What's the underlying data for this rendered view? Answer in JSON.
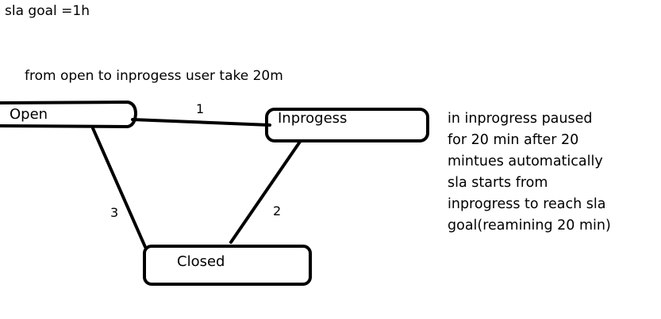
{
  "header": {
    "sla_goal": "sla goal =1h",
    "transition_note": "from open to inprogess user take 20m"
  },
  "nodes": {
    "open": "Open",
    "inprogress": "Inprogess",
    "closed": "Closed"
  },
  "edges": {
    "open_to_inprogress": "1",
    "inprogress_to_closed": "2",
    "open_to_closed": "3"
  },
  "side_note": {
    "lines": [
      "in inprogress paused",
      "for 20 min after 20",
      "mintues automatically",
      "sla starts from",
      "inprogress to reach sla",
      "goal(reamining 20 min)"
    ]
  },
  "colors": {
    "stroke": "#000000",
    "background": "#ffffff",
    "text": "#000000"
  }
}
